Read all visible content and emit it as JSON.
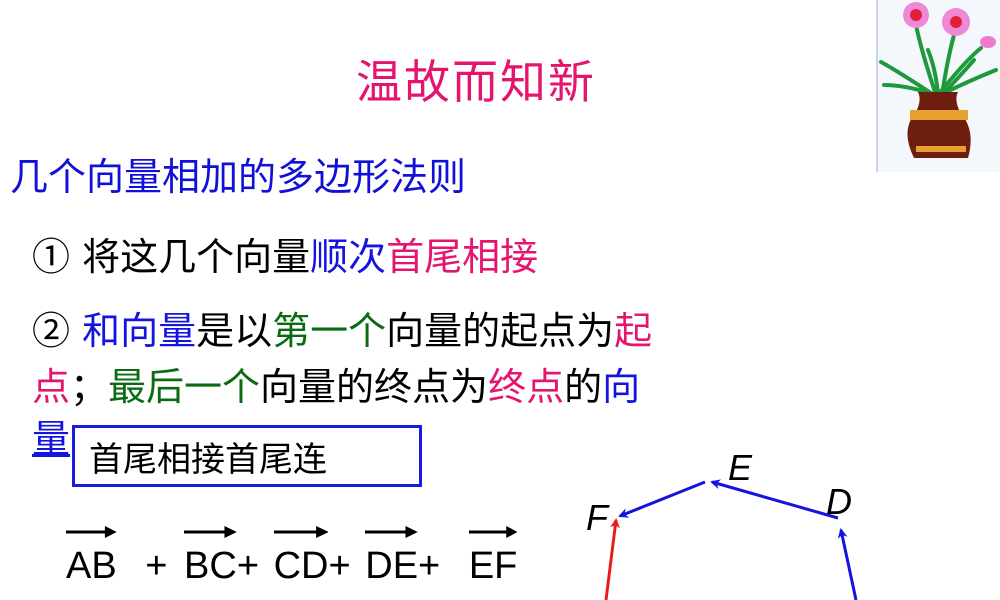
{
  "slide": {
    "title": "温故而知新",
    "subtitle": "几个向量相加的多边形法则",
    "rule1": {
      "marker": "①",
      "segments": [
        {
          "text": " 将这几个向量",
          "color": "black"
        },
        {
          "text": "顺次",
          "color": "blue"
        },
        {
          "text": "首尾相接",
          "color": "pink"
        }
      ]
    },
    "rule2": {
      "marker": "②",
      "line1": [
        {
          "text": " 和向量",
          "color": "blue"
        },
        {
          "text": "是以",
          "color": "black"
        },
        {
          "text": "第一个",
          "color": "green"
        },
        {
          "text": "向量的起点为",
          "color": "black"
        },
        {
          "text": "起",
          "color": "pink"
        }
      ],
      "line2": [
        {
          "text": "点",
          "color": "pink"
        },
        {
          "text": "；",
          "color": "black"
        },
        {
          "text": "最后一个",
          "color": "green"
        },
        {
          "text": "向量的终点为",
          "color": "black"
        },
        {
          "text": "终点",
          "color": "pink"
        },
        {
          "text": "的",
          "color": "black"
        },
        {
          "text": "向",
          "color": "blue"
        }
      ],
      "line3": [
        {
          "text": "量",
          "color": "blue"
        }
      ]
    },
    "mnemonic_box": "首尾相接首尾连",
    "formula": {
      "terms": [
        {
          "vector": "AB",
          "suffix": ""
        },
        {
          "vector": "BC",
          "prefix": "+ ",
          "suffix": "+"
        },
        {
          "vector": "CD",
          "suffix": "+"
        },
        {
          "vector": "DE",
          "suffix": "+"
        },
        {
          "vector": "EF",
          "suffix": ""
        }
      ]
    },
    "diagram": {
      "points": [
        "F",
        "E",
        "D"
      ],
      "colors": {
        "sum_vector": "#e81c1c",
        "component_vector": "#1414e0"
      }
    },
    "decoration": "flower-vase-image"
  },
  "colors": {
    "title": "#e5146e",
    "subtitle": "#1010d8",
    "blue": "#1414e0",
    "pink": "#e5146e",
    "green": "#0b6b12",
    "box_border": "#1a1ae0"
  }
}
